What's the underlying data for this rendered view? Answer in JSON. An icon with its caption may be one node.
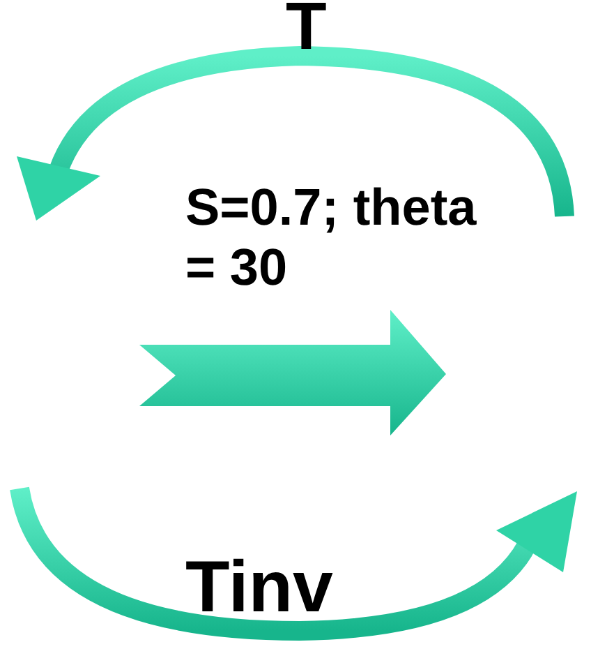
{
  "diagram": {
    "labels": [
      "T",
      "S=0.7; theta = 30",
      "Tinv"
    ]
  }
}
